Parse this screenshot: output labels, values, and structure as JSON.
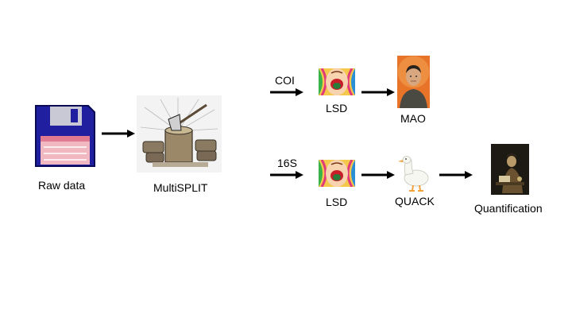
{
  "labels": {
    "raw_data": "Raw data",
    "multisplit": "MultiSPLIT",
    "coi": "COI",
    "s16": "16S",
    "lsd_top": "LSD",
    "lsd_bottom": "LSD",
    "mao": "MAO",
    "quack": "QUACK",
    "quantification": "Quantification"
  },
  "icons": {
    "raw_data": "floppy-disk-icon",
    "multisplit": "axe-in-stump-icon",
    "lsd": "psychedelic-face-icon",
    "mao": "portrait-icon",
    "quack": "duck-icon",
    "quantification": "painting-icon"
  },
  "colors": {
    "floppy_body": "#1f1fa0",
    "floppy_label": "#f2b8c2",
    "mao_background": "#e8742a",
    "arrow": "#000000"
  }
}
